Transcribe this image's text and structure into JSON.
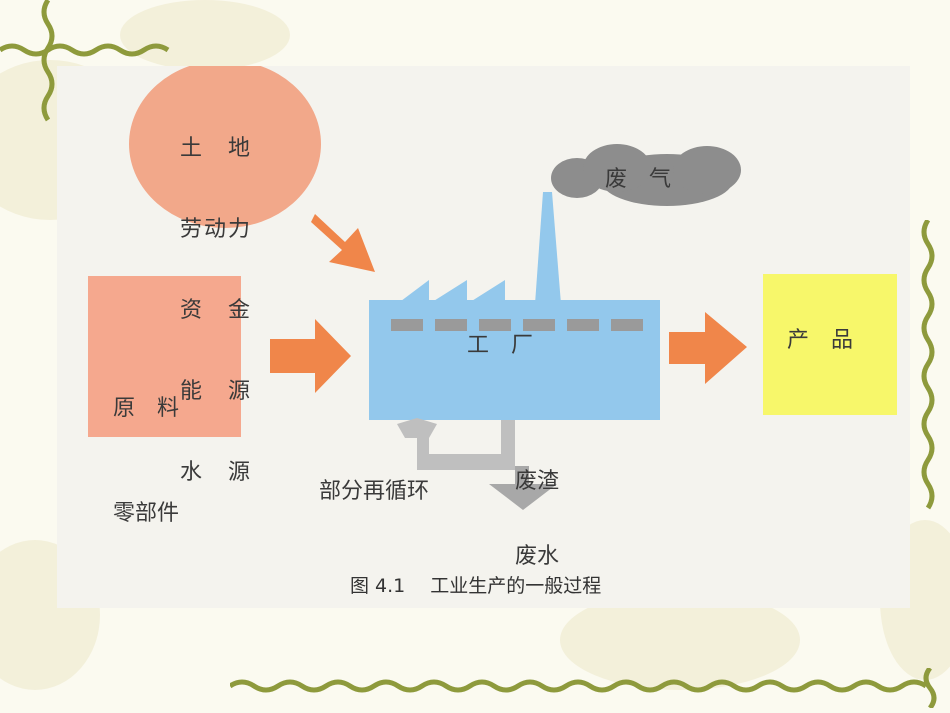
{
  "colors": {
    "resource_circle": "#f2a88a",
    "materials_box": "#f5a88e",
    "factory": "#93c8ec",
    "product_box": "#f7f76a",
    "smoke": "#8d8d8d",
    "recycle_arrow": "#bfbfbf",
    "orange_arrow": "#f0864a"
  },
  "diagram": {
    "resources": [
      "土　地",
      "劳动力",
      "资　金",
      "能　源",
      "水　源"
    ],
    "materials": [
      "原　料",
      "零部件"
    ],
    "smoke": "废　气",
    "factory": "工　厂",
    "product": "产　品",
    "waste": [
      "废渣",
      "废水"
    ],
    "recycle": "部分再循环",
    "caption": "图 4.1　 工业生产的一般过程"
  }
}
